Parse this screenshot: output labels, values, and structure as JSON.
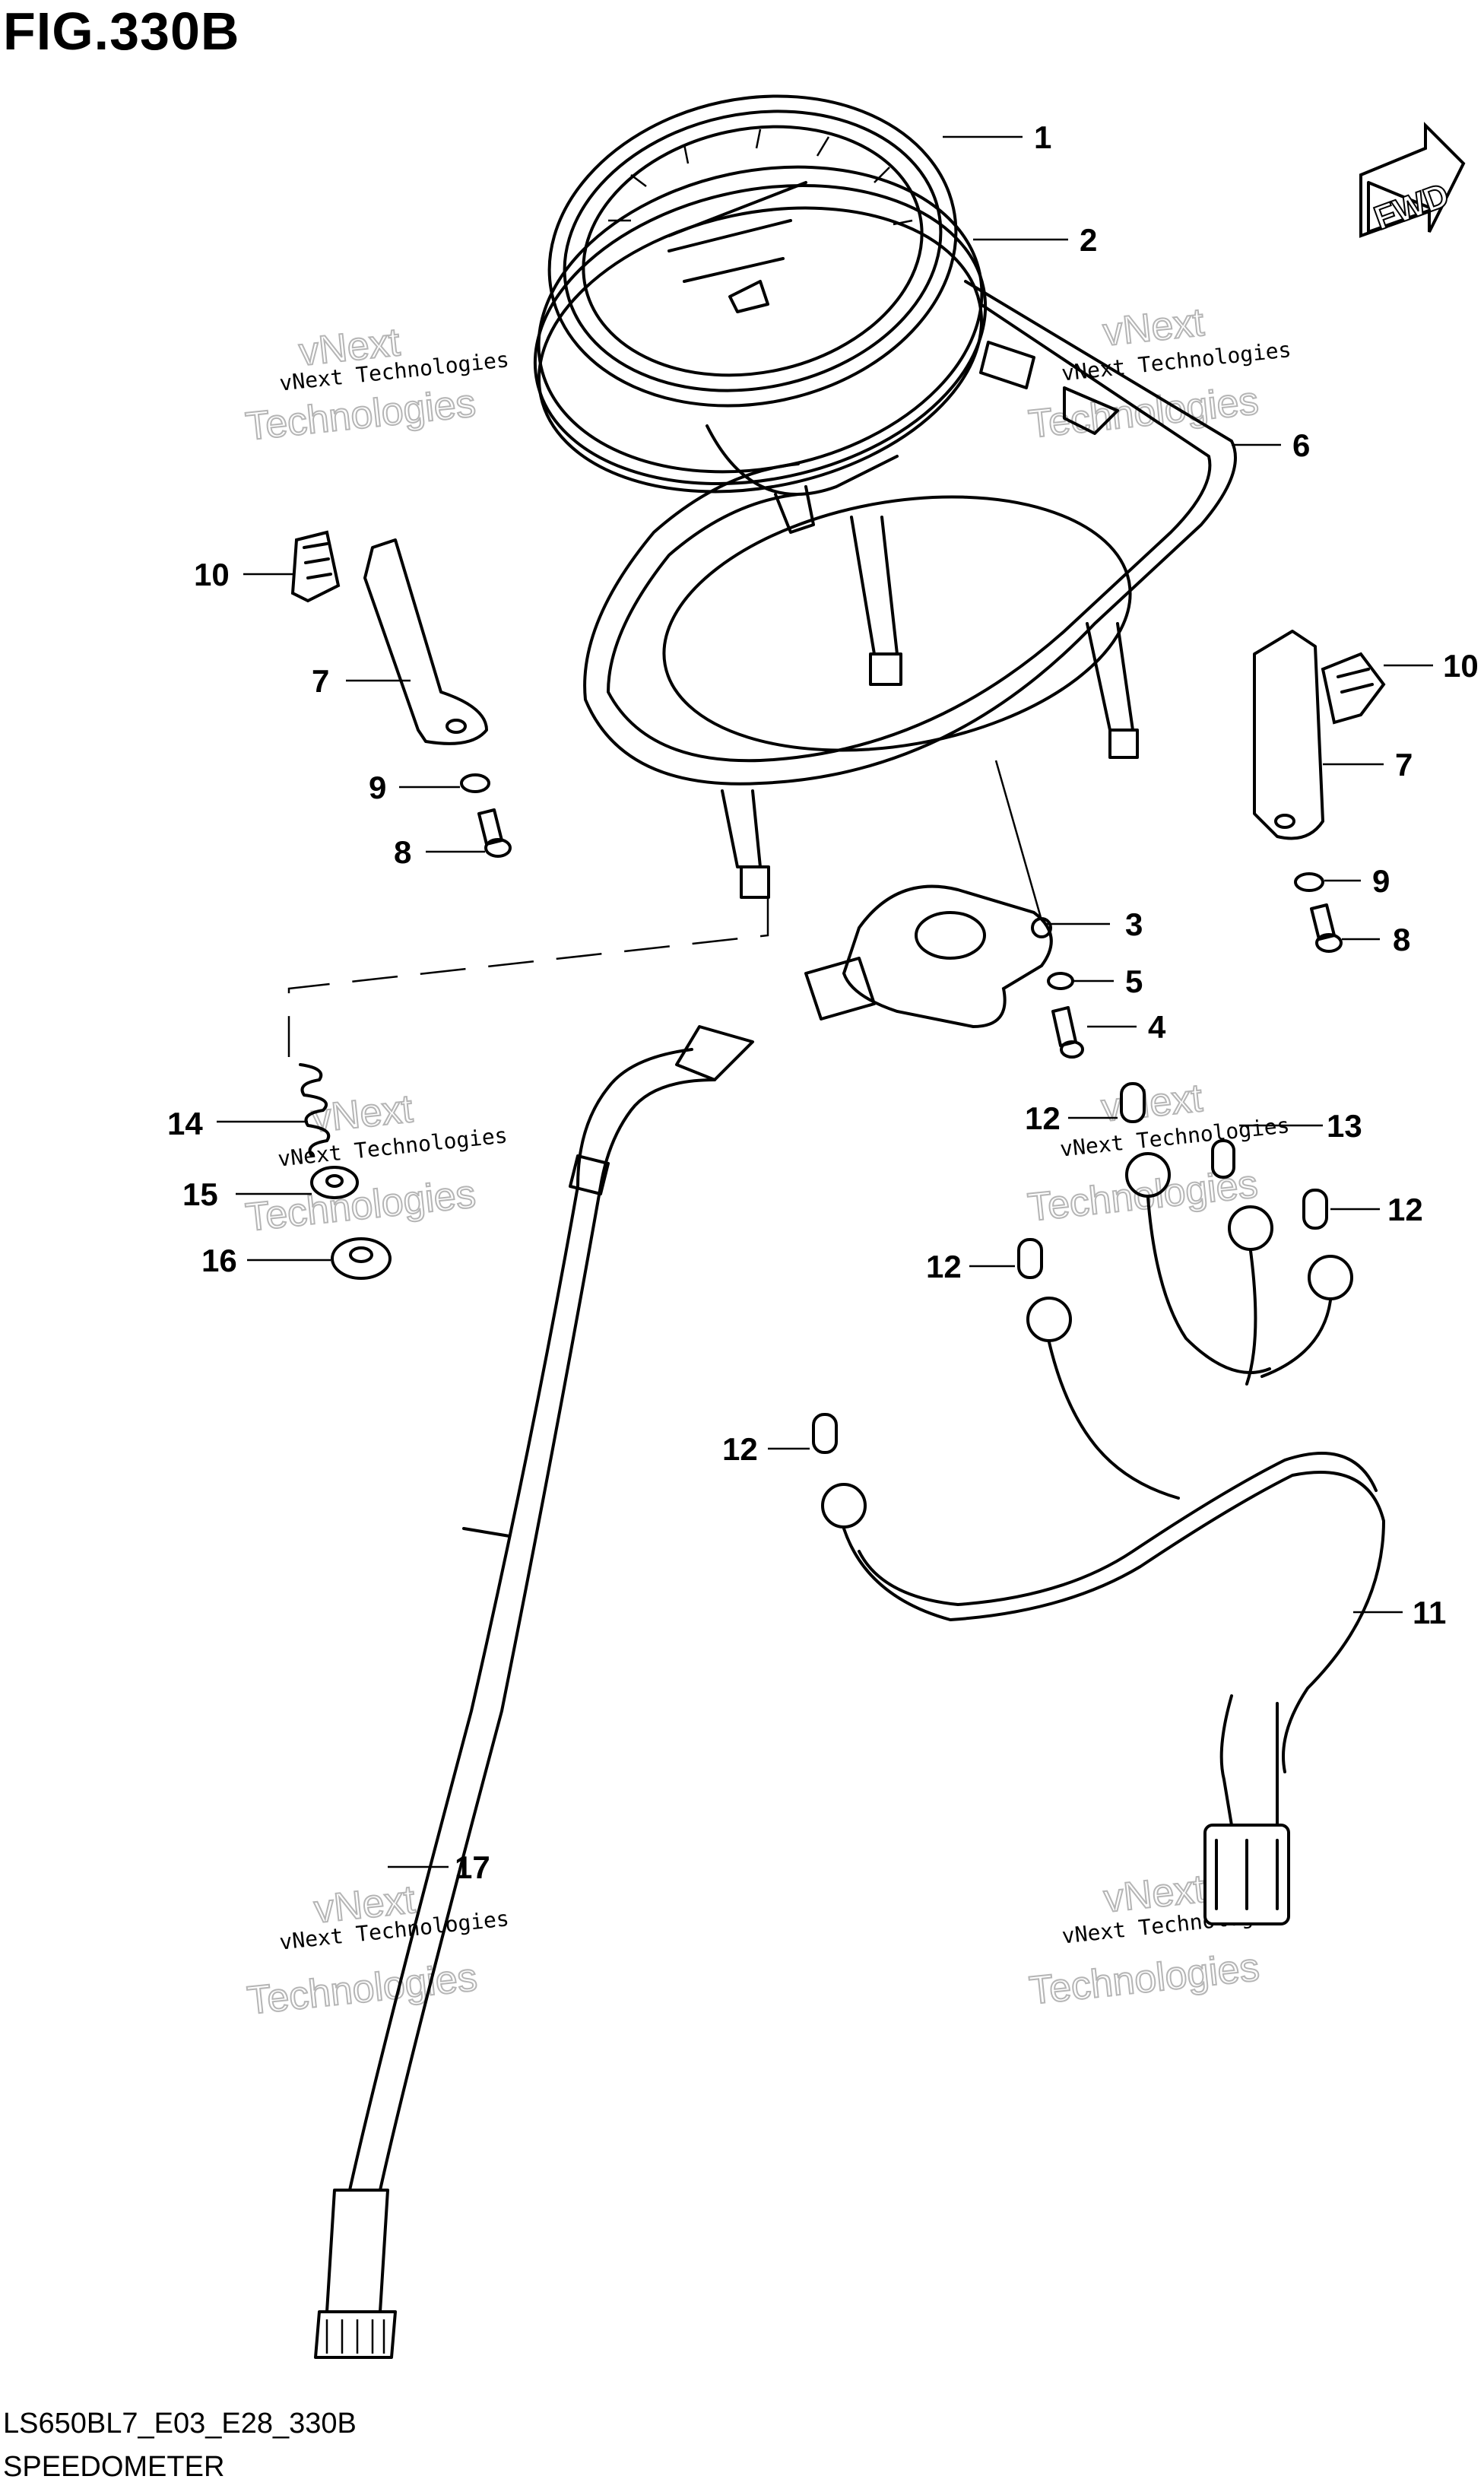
{
  "figure": {
    "title": "FIG.330B",
    "model_code": "LS650BL7_E03_E28_330B",
    "section_name": "SPEEDOMETER",
    "direction_label": "FWD"
  },
  "watermark": {
    "small_text": "vNext Technologies",
    "large_line_1": "vNext",
    "large_line_2": "Technologies"
  },
  "callouts": [
    {
      "id": "c1",
      "label": "1"
    },
    {
      "id": "c2",
      "label": "2"
    },
    {
      "id": "c3",
      "label": "3"
    },
    {
      "id": "c4",
      "label": "4"
    },
    {
      "id": "c5",
      "label": "5"
    },
    {
      "id": "c6",
      "label": "6"
    },
    {
      "id": "c7a",
      "label": "7"
    },
    {
      "id": "c7b",
      "label": "7"
    },
    {
      "id": "c8a",
      "label": "8"
    },
    {
      "id": "c8b",
      "label": "8"
    },
    {
      "id": "c9a",
      "label": "9"
    },
    {
      "id": "c9b",
      "label": "9"
    },
    {
      "id": "c10a",
      "label": "10"
    },
    {
      "id": "c10b",
      "label": "10"
    },
    {
      "id": "c11",
      "label": "11"
    },
    {
      "id": "c12a",
      "label": "12"
    },
    {
      "id": "c12b",
      "label": "12"
    },
    {
      "id": "c12c",
      "label": "12"
    },
    {
      "id": "c12d",
      "label": "12"
    },
    {
      "id": "c13",
      "label": "13"
    },
    {
      "id": "c14",
      "label": "14"
    },
    {
      "id": "c15",
      "label": "15"
    },
    {
      "id": "c16",
      "label": "16"
    },
    {
      "id": "c17",
      "label": "17"
    }
  ]
}
